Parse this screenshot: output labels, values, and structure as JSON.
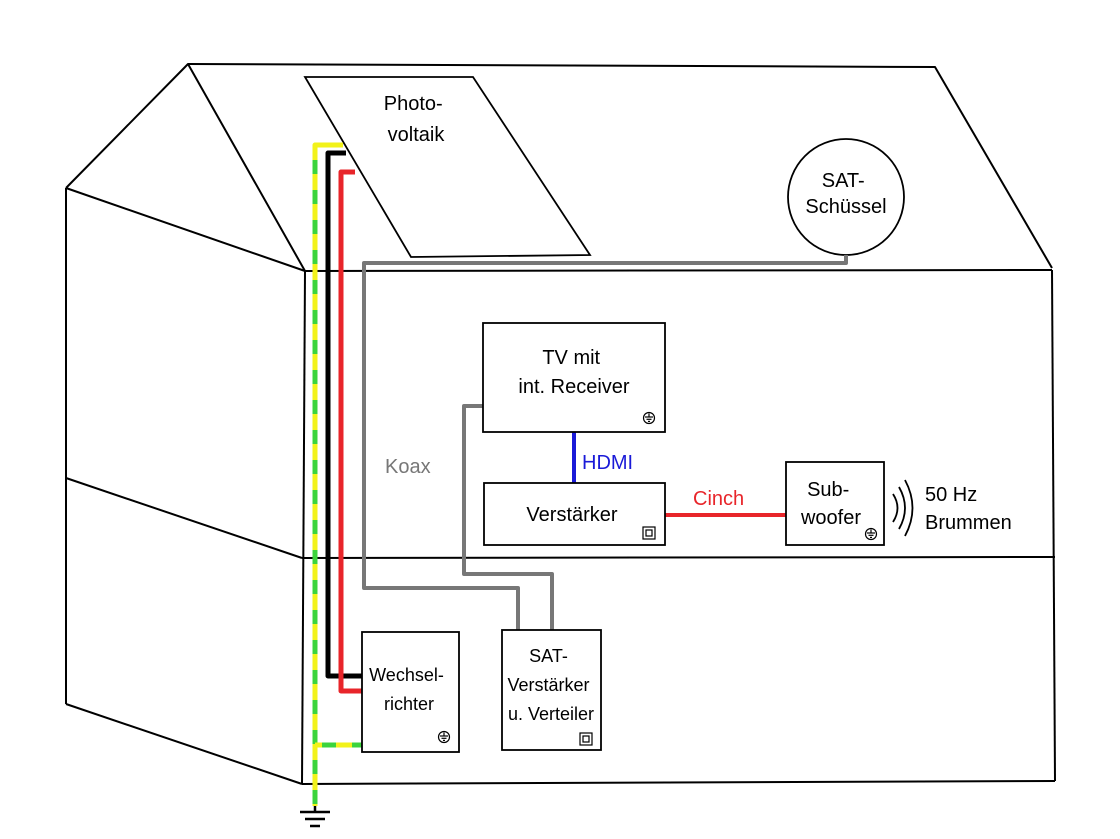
{
  "labels": {
    "photovoltaik": [
      "Photo-",
      "voltaik"
    ],
    "sat_dish": [
      "SAT-",
      "Schüssel"
    ],
    "tv": [
      "TV mit",
      "int. Receiver"
    ],
    "amplifier": "Verstärker",
    "subwoofer": [
      "Sub-",
      "woofer"
    ],
    "hum": [
      "50 Hz",
      "Brummen"
    ],
    "inverter": [
      "Wechsel-",
      "richter"
    ],
    "sat_amp": [
      "SAT-",
      "Verstärker",
      "u. Verteiler"
    ],
    "koax": "Koax",
    "hdmi": "HDMI",
    "cinch": "Cinch"
  },
  "symbols": {
    "earth": "earth-symbol",
    "protective_earth": "protective-earth-symbol",
    "double_insulation": "double-insulation-symbol"
  },
  "colors": {
    "outline": "#000000",
    "koax": "#777777",
    "hdmi": "#1a1ad8",
    "cinch": "#e8252a",
    "pv_positive": "#e8252a",
    "pv_negative": "#000000",
    "ground_yellow": "#f2f21a",
    "ground_green": "#3cd43c",
    "koax_label": "#777777"
  }
}
